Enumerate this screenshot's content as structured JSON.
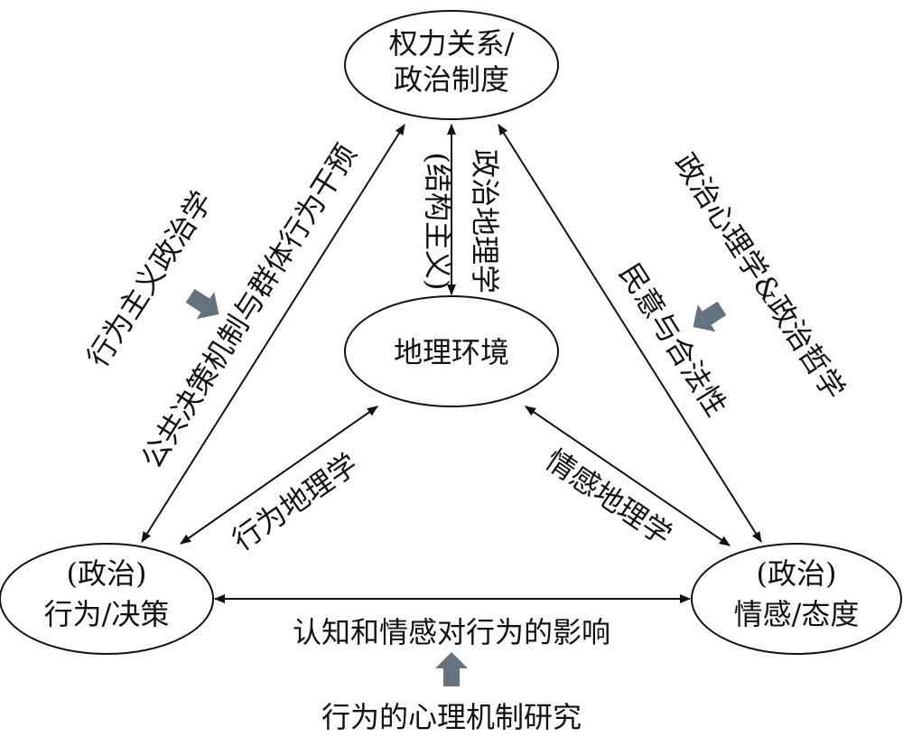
{
  "nodes": {
    "power": {
      "line1": "权力关系/",
      "line2": "政治制度"
    },
    "geo": {
      "label": "地理环境"
    },
    "behavior": {
      "line1": "(政治)",
      "line2": "行为/决策"
    },
    "emotion": {
      "line1": "(政治)",
      "line2": "情感/态度"
    }
  },
  "edges": {
    "power_geo": {
      "inner": "(结构主义)",
      "outer": "政治地理学"
    },
    "power_behavior": {
      "label": "公共决策机制与群体行为干预"
    },
    "power_emotion": {
      "label": "民意与合法性"
    },
    "geo_behavior": {
      "label": "行为地理学"
    },
    "geo_emotion": {
      "label": "情感地理学"
    },
    "behavior_emotion": {
      "label": "认知和情感对行为的影响"
    }
  },
  "annotations": {
    "behaviorism": "行为主义政治学",
    "psychology": "政治心理学&政治哲学",
    "mechanism": "行为的心理机制研究"
  },
  "colors": {
    "line": "#111111",
    "pointer": "#647380"
  }
}
